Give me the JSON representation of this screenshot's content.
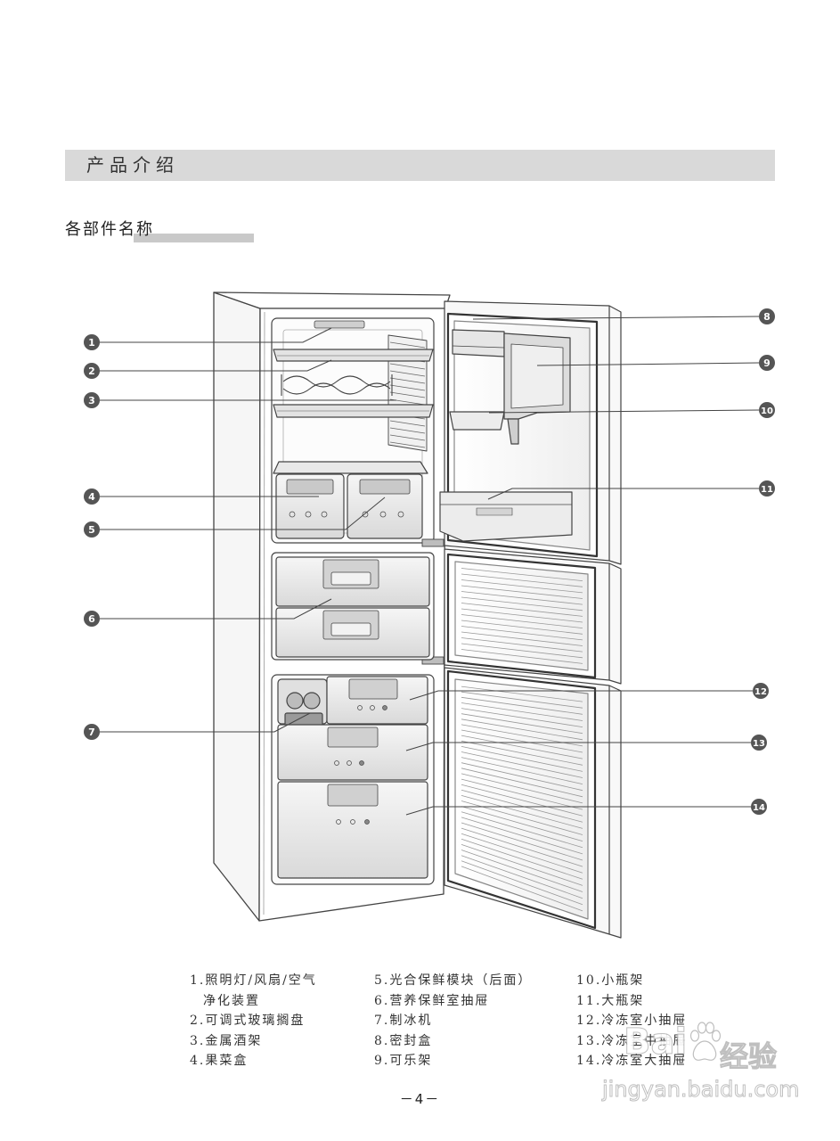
{
  "header": {
    "title": "产品介绍"
  },
  "section": {
    "title": "各部件名称"
  },
  "diagram": {
    "callouts": [
      "1",
      "2",
      "3",
      "4",
      "5",
      "6",
      "7",
      "8",
      "9",
      "10",
      "11",
      "12",
      "13",
      "14"
    ]
  },
  "legend": {
    "columns": [
      [
        "1.照明灯/风扇/空气",
        "净化装置",
        "2.可调式玻璃搁盘",
        "3.金属酒架",
        "4.果菜盒"
      ],
      [
        "5.光合保鲜模块（后面）",
        "6.营养保鲜室抽屉",
        "7.制冰机",
        "8.密封盒",
        "9.可乐架"
      ],
      [
        "10.小瓶架",
        "11.大瓶架",
        "12.冷冻室小抽屉",
        "13.冷冻室中抽屉",
        "14.冷冻室大抽屉"
      ]
    ]
  },
  "page_number": "－4－",
  "watermark": {
    "brand_left": "Bai",
    "brand_right": "经验",
    "url": "jingyan.baidu.com",
    "icon": "paw-icon"
  },
  "colors": {
    "header_band": "#d9d9d9",
    "section_bar": "#c9c9c9",
    "callout_fill": "#555555",
    "line_ink": "#444444"
  }
}
